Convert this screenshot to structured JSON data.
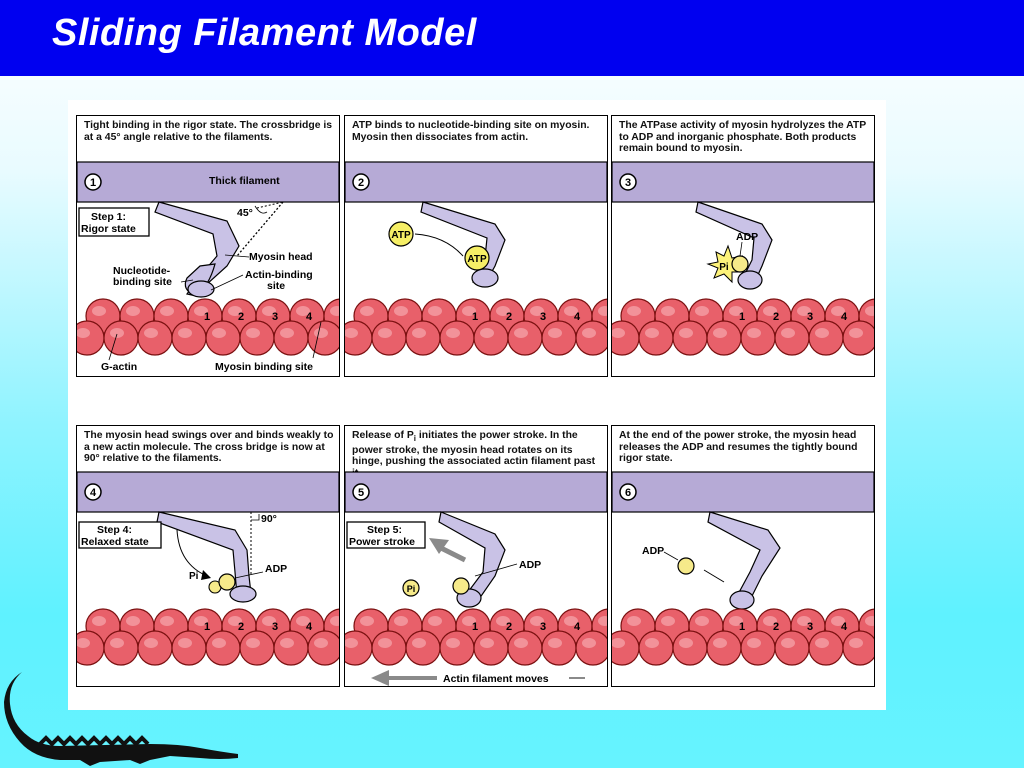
{
  "slide": {
    "title": "Sliding Filament Model"
  },
  "panels": [
    {
      "number": "1",
      "caption": "Tight binding in the rigor state. The crossbridge is at a 45° angle relative to the filaments.",
      "step_label": [
        "Step 1:",
        "Rigor state"
      ],
      "labels": {
        "thick_filament": "Thick filament",
        "angle": "45°",
        "myosin_head": "Myosin head",
        "nucleotide_site": [
          "Nucleotide-",
          "binding site"
        ],
        "actin_site": [
          "Actin-binding",
          "site"
        ],
        "g_actin": "G-actin",
        "myosin_binding_site": "Myosin binding site"
      },
      "actin_numbers": [
        "1",
        "2",
        "3",
        "4"
      ]
    },
    {
      "number": "2",
      "caption": "ATP binds to nucleotide-binding site on myosin. Myosin then dissociates from actin.",
      "labels": {
        "atp_free": "ATP",
        "atp_bound": "ATP"
      },
      "actin_numbers": [
        "1",
        "2",
        "3",
        "4"
      ]
    },
    {
      "number": "3",
      "caption": "The ATPase activity of myosin hydrolyzes the ATP to ADP and inorganic phosphate. Both products remain bound to myosin.",
      "labels": {
        "adp": "ADP",
        "pi": "Pi"
      },
      "actin_numbers": [
        "1",
        "2",
        "3",
        "4"
      ]
    },
    {
      "number": "4",
      "caption": "The myosin head swings over and binds weakly to a new actin molecule. The cross bridge is now at 90° relative to the filaments.",
      "step_label": [
        "Step 4:",
        "Relaxed state"
      ],
      "labels": {
        "angle": "90°",
        "adp": "ADP",
        "pi": "Pi"
      },
      "actin_numbers": [
        "1",
        "2",
        "3",
        "4"
      ]
    },
    {
      "number": "5",
      "caption": "Release of Pi initiates the power stroke. In the power stroke, the myosin head rotates on its hinge, pushing the associated actin filament past it.",
      "step_label": [
        "Step 5:",
        "Power stroke"
      ],
      "labels": {
        "adp": "ADP",
        "pi": "Pi",
        "actin_moves": "Actin filament moves"
      },
      "actin_numbers": [
        "1",
        "2",
        "3",
        "4"
      ]
    },
    {
      "number": "6",
      "caption": "At the end of the power stroke, the myosin head releases the ADP and resumes the tightly bound rigor state.",
      "labels": {
        "adp": "ADP"
      },
      "actin_numbers": [
        "1",
        "2",
        "3",
        "4"
      ]
    }
  ],
  "colors": {
    "title_bar": "#0000f0",
    "title_text": "#ffffff",
    "thick_filament": "#b6aad6",
    "myosin": "#c9c2e6",
    "actin": "#e8606a",
    "atp": "#f6ef66",
    "adp": "#f6ea8a",
    "phosphate_burst": "#fdf27a",
    "arrow": "#8a8a8a"
  }
}
